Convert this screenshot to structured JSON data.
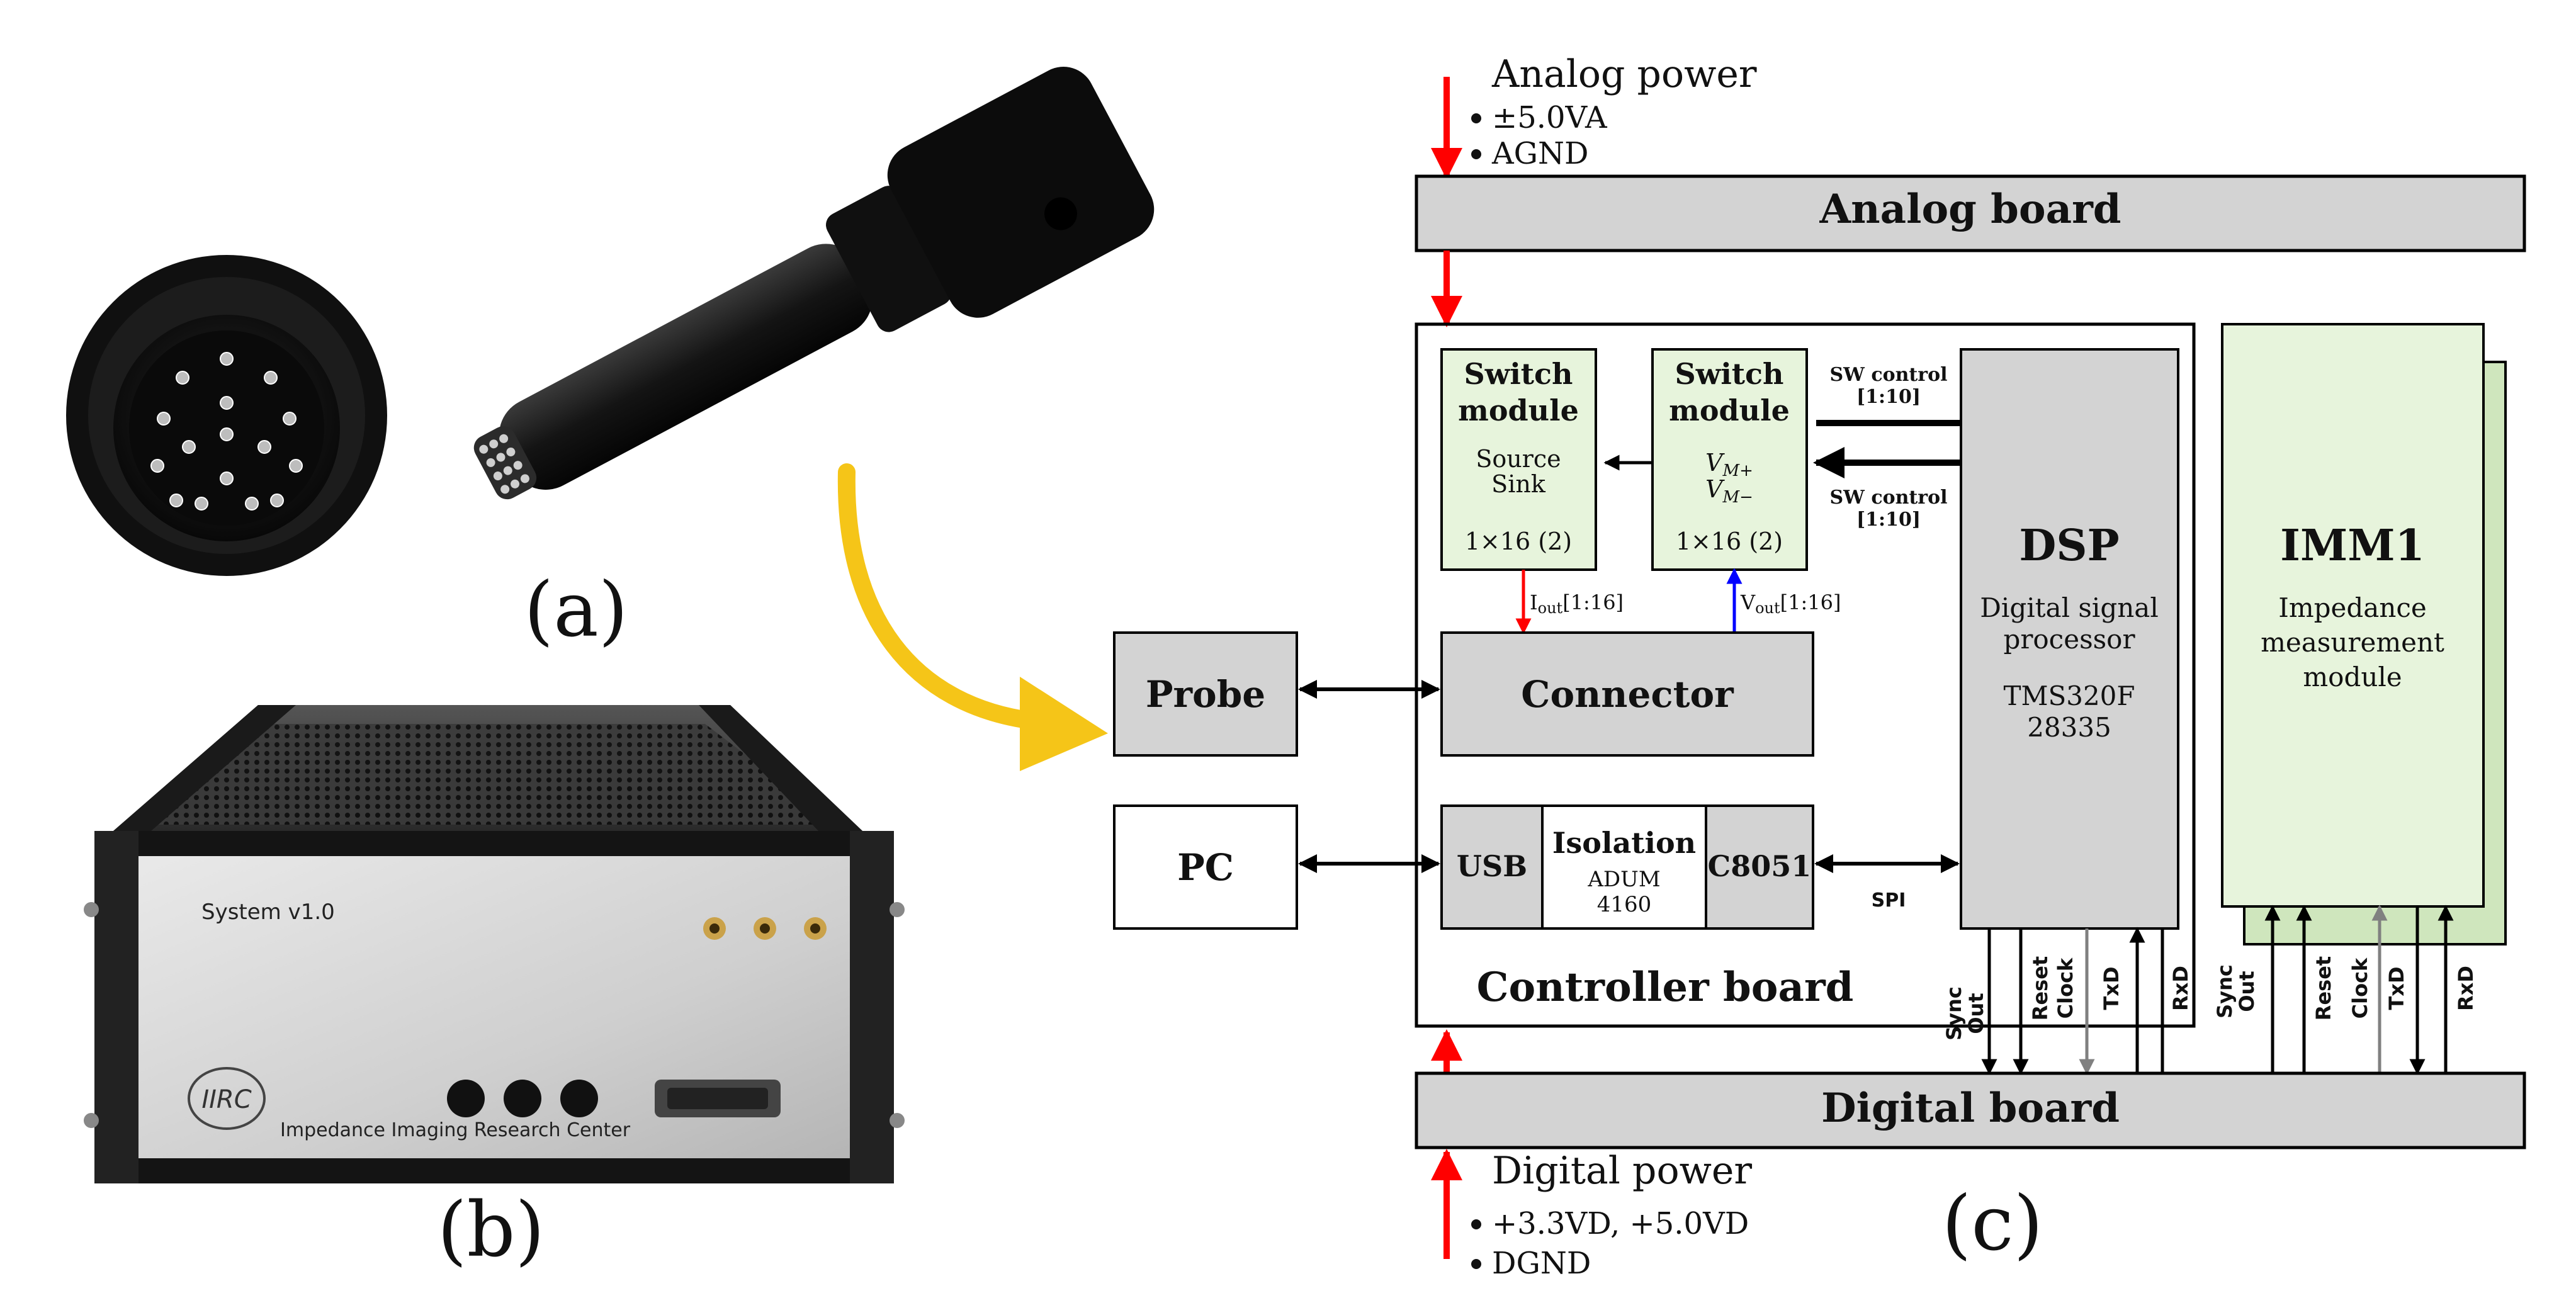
{
  "colors": {
    "gray_box": "#d3d3d3",
    "green_box": "#e7f4dc",
    "green_card": "#cfe6bd",
    "red": "#ff0000",
    "blue": "#0000ff",
    "gray_arrow": "#808080",
    "yellow": "#f5c518",
    "black": "#000000"
  },
  "panels": {
    "a_label": "(a)",
    "b_label": "(b)",
    "c_label": "(c)"
  },
  "photo_b": {
    "system_label": "System v1.0",
    "logo_text": "IIRC",
    "center_name": "Impedance Imaging Research Center"
  },
  "analog_power": {
    "title": "Analog power",
    "items": [
      "±5.0VA",
      "AGND"
    ]
  },
  "digital_power": {
    "title": "Digital power",
    "items": [
      "+3.3VD, +5.0VD",
      "DGND"
    ]
  },
  "boards": {
    "analog": "Analog board",
    "digital": "Digital board",
    "controller": "Controller board"
  },
  "switch1": {
    "title_1": "Switch",
    "title_2": "module",
    "line_1": "Source",
    "line_2": "Sink",
    "config": "1×16 (2)"
  },
  "switch2": {
    "title_1": "Switch",
    "title_2": "module",
    "vm_plus": "V",
    "vm_plus_sub": "M+",
    "vm_minus": "V",
    "vm_minus_sub": "M−",
    "config": "1×16 (2)"
  },
  "iout": {
    "main": "I",
    "sub": "out",
    "range": "[1:16]"
  },
  "vout": {
    "main": "V",
    "sub": "out",
    "range": "[1:16]"
  },
  "sw_control_1": {
    "label": "SW control",
    "range": "[1:10]"
  },
  "sw_control_2": {
    "label": "SW control",
    "range": "[1:10]"
  },
  "dsp": {
    "title": "DSP",
    "line_1": "Digital signal",
    "line_2": "processor",
    "line_3": "TMS320F",
    "line_4": "28335"
  },
  "probe": "Probe",
  "connector": "Connector",
  "pc": "PC",
  "usb": "USB",
  "isolation": {
    "title": "Isolation",
    "line_1": "ADUM",
    "line_2": "4160"
  },
  "c8051": "C8051",
  "spi": "SPI",
  "imm1": {
    "title": "IMM1",
    "line_1": "Impedance",
    "line_2": "measurement",
    "line_3": "module"
  },
  "dsp_signals": {
    "sync_1": "Sync",
    "sync_2": "Out",
    "reset": "Reset",
    "clock": "Clock",
    "txd": "TxD",
    "rxd": "RxD"
  },
  "imm_signals": {
    "sync_1": "Sync",
    "sync_2": "Out",
    "reset": "Reset",
    "clock": "Clock",
    "txd": "TxD",
    "rxd": "RxD"
  }
}
